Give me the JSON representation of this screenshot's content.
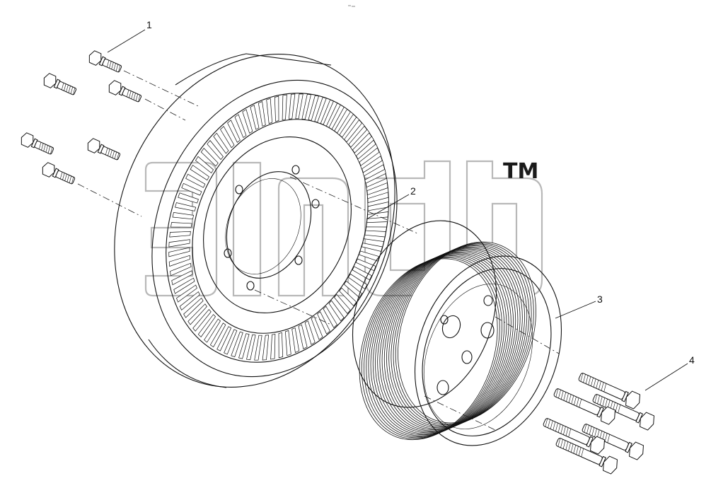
{
  "diagram": {
    "callouts": [
      {
        "id": "1",
        "label": "1"
      },
      {
        "id": "2",
        "label": "2"
      },
      {
        "id": "3",
        "label": "3"
      },
      {
        "id": "4",
        "label": "4"
      }
    ],
    "watermark": {
      "trademark": "TM"
    },
    "colors": {
      "line": "#111111",
      "watermark": "#b8b8b8",
      "background": "#ffffff"
    }
  }
}
